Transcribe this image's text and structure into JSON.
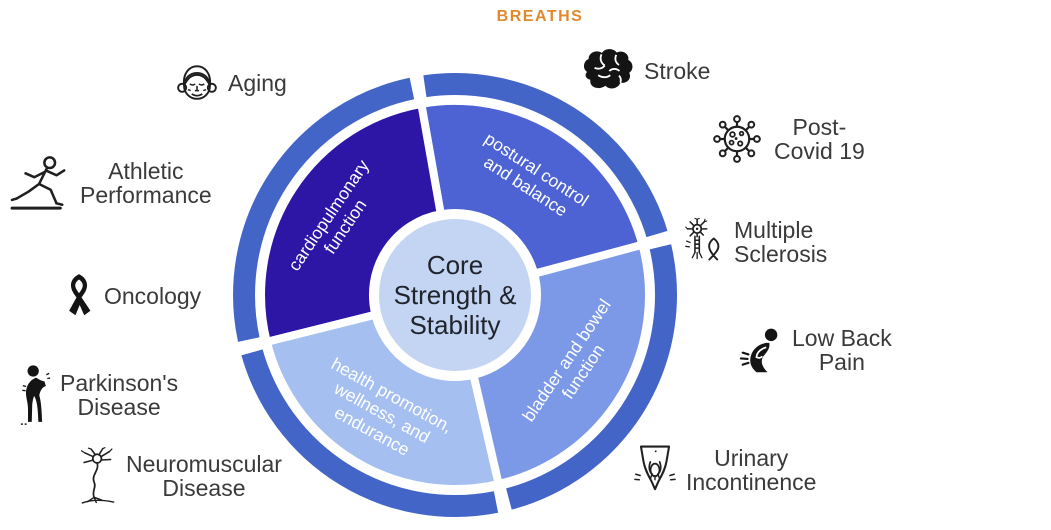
{
  "header": {
    "title": "BREATHS",
    "color": "#E0892D"
  },
  "donut": {
    "ring_color": "#4365C8",
    "center": {
      "bg": "#C3D5F3",
      "text_color": "#20242C",
      "lines": [
        "Core",
        "Strength &",
        "Stability"
      ]
    },
    "segments": [
      {
        "name": "cardiopulmonary-function",
        "color": "#2D16A5",
        "lines": [
          "cardiopulmonary",
          "function"
        ]
      },
      {
        "name": "postural-control-and-balance",
        "color": "#4D63D3",
        "lines": [
          "postural control",
          "and balance"
        ]
      },
      {
        "name": "bladder-and-bowel-function",
        "color": "#7C99E8",
        "lines": [
          "bladder and bowel",
          "function"
        ]
      },
      {
        "name": "health-promotion-wellness-endurance",
        "color": "#A4BFF0",
        "lines": [
          "health promotion,",
          "wellness, and",
          "endurance"
        ]
      }
    ]
  },
  "conditions": [
    {
      "id": "aging",
      "icon": "elderly-woman-icon",
      "lines": [
        "Aging"
      ]
    },
    {
      "id": "athletic-performance",
      "icon": "runner-icon",
      "lines": [
        "Athletic",
        "Performance"
      ]
    },
    {
      "id": "oncology",
      "icon": "awareness-ribbon-icon",
      "lines": [
        "Oncology"
      ]
    },
    {
      "id": "parkinsons-disease",
      "icon": "stooped-person-icon",
      "lines": [
        "Parkinson's",
        "Disease"
      ]
    },
    {
      "id": "neuromuscular-disease",
      "icon": "neuron-icon",
      "lines": [
        "Neuromuscular",
        "Disease"
      ]
    },
    {
      "id": "stroke",
      "icon": "brain-icon",
      "lines": [
        "Stroke"
      ]
    },
    {
      "id": "post-covid-19",
      "icon": "virus-icon",
      "lines": [
        "Post-",
        "Covid 19"
      ]
    },
    {
      "id": "multiple-sclerosis",
      "icon": "neuron-ribbon-icon",
      "lines": [
        "Multiple",
        "Sclerosis"
      ]
    },
    {
      "id": "low-back-pain",
      "icon": "back-pain-icon",
      "lines": [
        "Low Back",
        "Pain"
      ]
    },
    {
      "id": "urinary-incontinence",
      "icon": "pelvis-hands-icon",
      "lines": [
        "Urinary",
        "Incontinence"
      ]
    }
  ]
}
